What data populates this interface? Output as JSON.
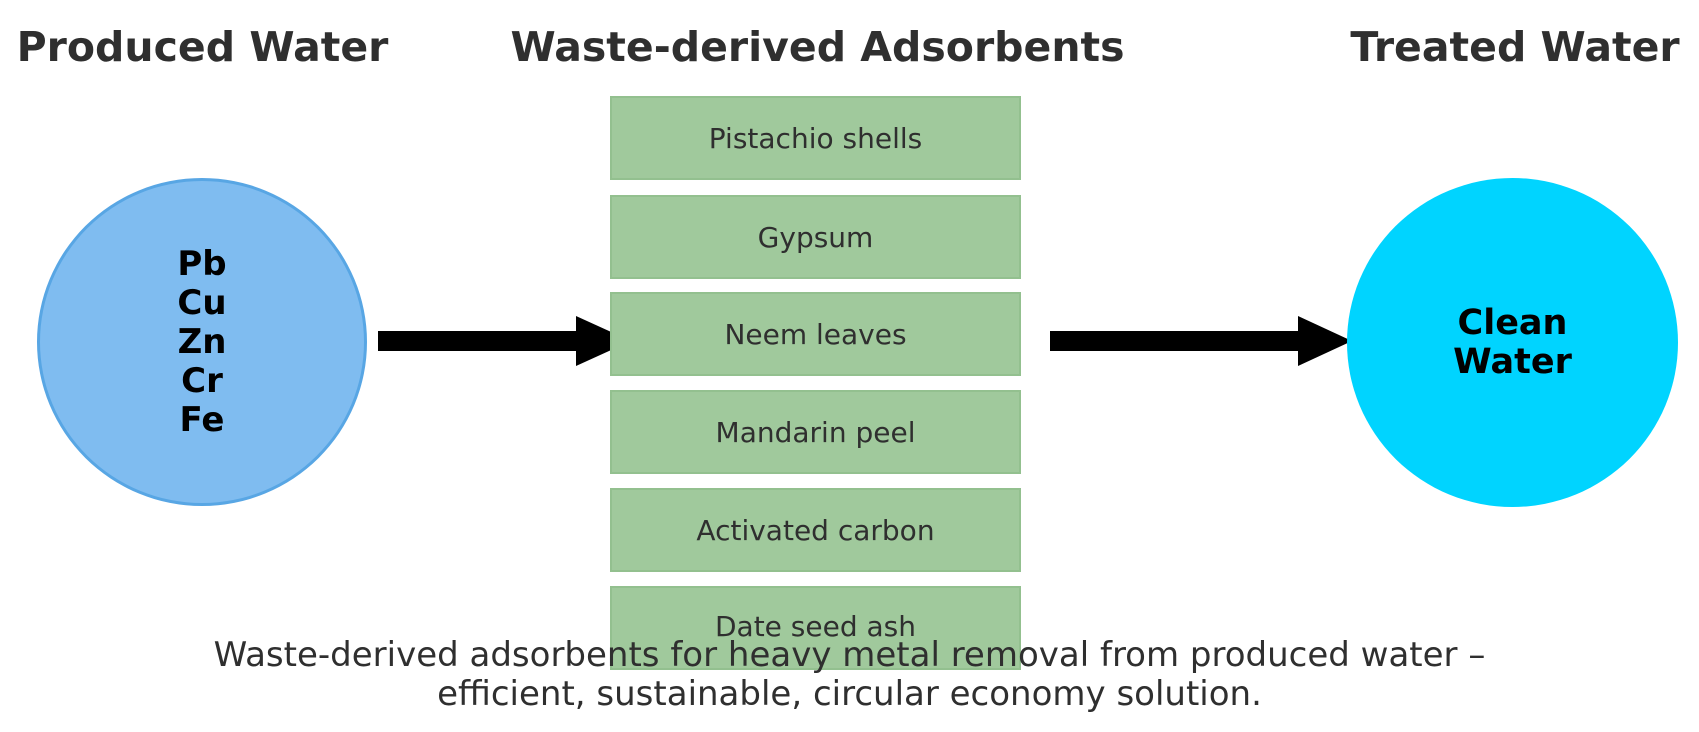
{
  "headings": {
    "left": "Produced Water",
    "center": "Waste-derived Adsorbents",
    "right": "Treated Water"
  },
  "produced_water": {
    "metals": [
      "Pb",
      "Cu",
      "Zn",
      "Cr",
      "Fe"
    ]
  },
  "treated_water": {
    "label_lines": [
      "Clean",
      "Water"
    ]
  },
  "adsorbents": [
    "Pistachio shells",
    "Gypsum",
    "Neem leaves",
    "Mandarin peel",
    "Activated carbon",
    "Date seed ash"
  ],
  "caption": {
    "line1": "Waste-derived adsorbents for heavy metal removal from produced water –",
    "line2": "efficient, sustainable, circular economy solution."
  },
  "colors": {
    "produced_water_fill": "#7fbcf0",
    "treated_water_fill": "#00d4ff",
    "adsorbent_fill": "#a0c99c",
    "arrow": "#000000"
  }
}
